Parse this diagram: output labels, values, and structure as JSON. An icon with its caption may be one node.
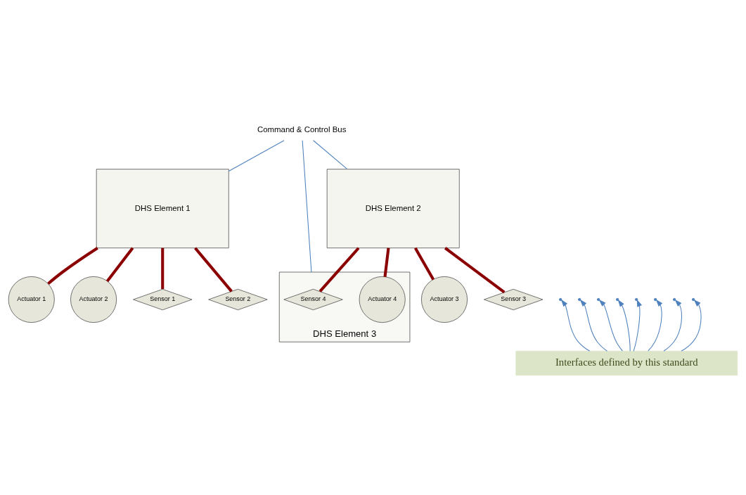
{
  "diagram": {
    "nodes": [
      {
        "text": [
          "Command & Control Bus"
        ]
      },
      {
        "text": [
          "DHS Element 1"
        ]
      },
      {
        "text": [
          "DHS Element 2"
        ]
      },
      {
        "text": [
          "DHS Element 3"
        ]
      },
      {
        "text": [
          "Actuator 1"
        ]
      },
      {
        "text": [
          "Actuator 2"
        ]
      },
      {
        "text": [
          "Sensor 1"
        ]
      },
      {
        "text": [
          "Sensor 2"
        ]
      },
      {
        "text": [
          "Actuator 3"
        ]
      },
      {
        "text": [
          "Sensor 3"
        ]
      },
      {
        "text": [
          "Sensor 4"
        ],
        "in": 3
      },
      {
        "text": [
          "Actuator 4"
        ],
        "in": 3
      },
      {
        "text": [
          "Interfaces defined by this standard"
        ]
      }
    ],
    "edges": [
      {
        "from": 0,
        "to": 1,
        "arrow": "none"
      },
      {
        "from": 0,
        "to": 2,
        "arrow": "none"
      },
      {
        "from": 0,
        "to": 3,
        "arrow": "none"
      },
      {
        "from": 1,
        "to": 4,
        "arrow": "none",
        "style": "thick",
        "color": "#8b0000"
      },
      {
        "from": 1,
        "to": 5,
        "arrow": "none",
        "style": "thick",
        "color": "#8b0000"
      },
      {
        "from": 1,
        "to": 6,
        "arrow": "none",
        "style": "thick",
        "color": "#8b0000"
      },
      {
        "from": 1,
        "to": 7,
        "arrow": "none",
        "style": "thick",
        "color": "#8b0000"
      },
      {
        "from": 2,
        "to": 8,
        "arrow": "none",
        "style": "thick",
        "color": "#8b0000"
      },
      {
        "from": 2,
        "to": 11,
        "arrow": "none",
        "style": "thick",
        "color": "#8b0000"
      },
      {
        "from": 2,
        "to": 9,
        "arrow": "none",
        "style": "thick",
        "color": "#8b0000"
      },
      {
        "from": 2,
        "to": 10,
        "arrow": "none",
        "style": "thick",
        "color": "#8b0000"
      },
      {
        "from": 12,
        "to": null,
        "arrow": "to"
      },
      {
        "from": 12,
        "to": null,
        "arrow": "to"
      },
      {
        "from": 12,
        "to": null,
        "arrow": "to"
      },
      {
        "from": 12,
        "to": null,
        "arrow": "to"
      },
      {
        "from": 12,
        "to": null,
        "arrow": "to"
      },
      {
        "from": 12,
        "to": null,
        "arrow": "to"
      },
      {
        "from": 12,
        "to": null,
        "arrow": "to"
      },
      {
        "from": 12,
        "to": null,
        "arrow": "to"
      }
    ]
  }
}
